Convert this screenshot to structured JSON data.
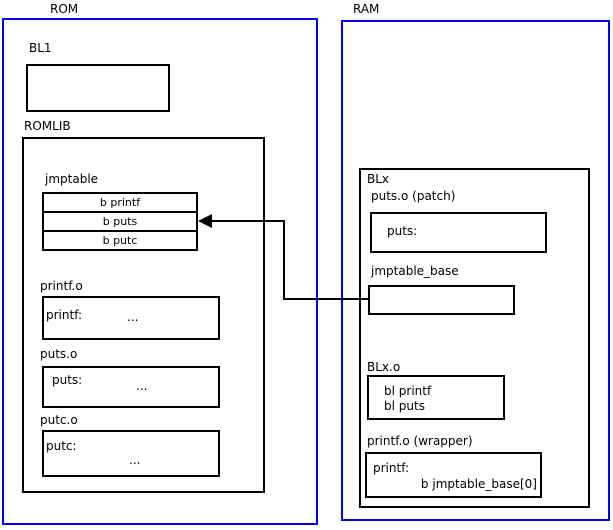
{
  "diagram": {
    "rom": {
      "label": "ROM",
      "bl1_label": "BL1",
      "romlib_label": "ROMLIB",
      "jmptable": {
        "label": "jmptable",
        "rows": [
          "b printf",
          "b puts",
          "b putc"
        ]
      },
      "printf_o": {
        "label": "printf.o",
        "symbol": "printf:",
        "ellipsis": "..."
      },
      "puts_o": {
        "label": "puts.o",
        "symbol": "puts:",
        "ellipsis": "..."
      },
      "putc_o": {
        "label": "putc.o",
        "symbol": "putc:",
        "ellipsis": "..."
      }
    },
    "ram": {
      "label": "RAM",
      "blx_label": "BLx",
      "puts_patch": {
        "label": "puts.o (patch)",
        "symbol": "puts:"
      },
      "jmptable_base_label": "jmptable_base",
      "blx_o": {
        "label": "BLx.o",
        "lines": [
          "bl printf",
          "bl puts"
        ]
      },
      "printf_wrapper": {
        "label": "printf.o (wrapper)",
        "symbol": "printf:",
        "instruction": "b jmptable_base[0]"
      }
    },
    "colors": {
      "frame_blue": "#0000ff",
      "line_black": "#000000",
      "background": "#ffffff"
    }
  }
}
